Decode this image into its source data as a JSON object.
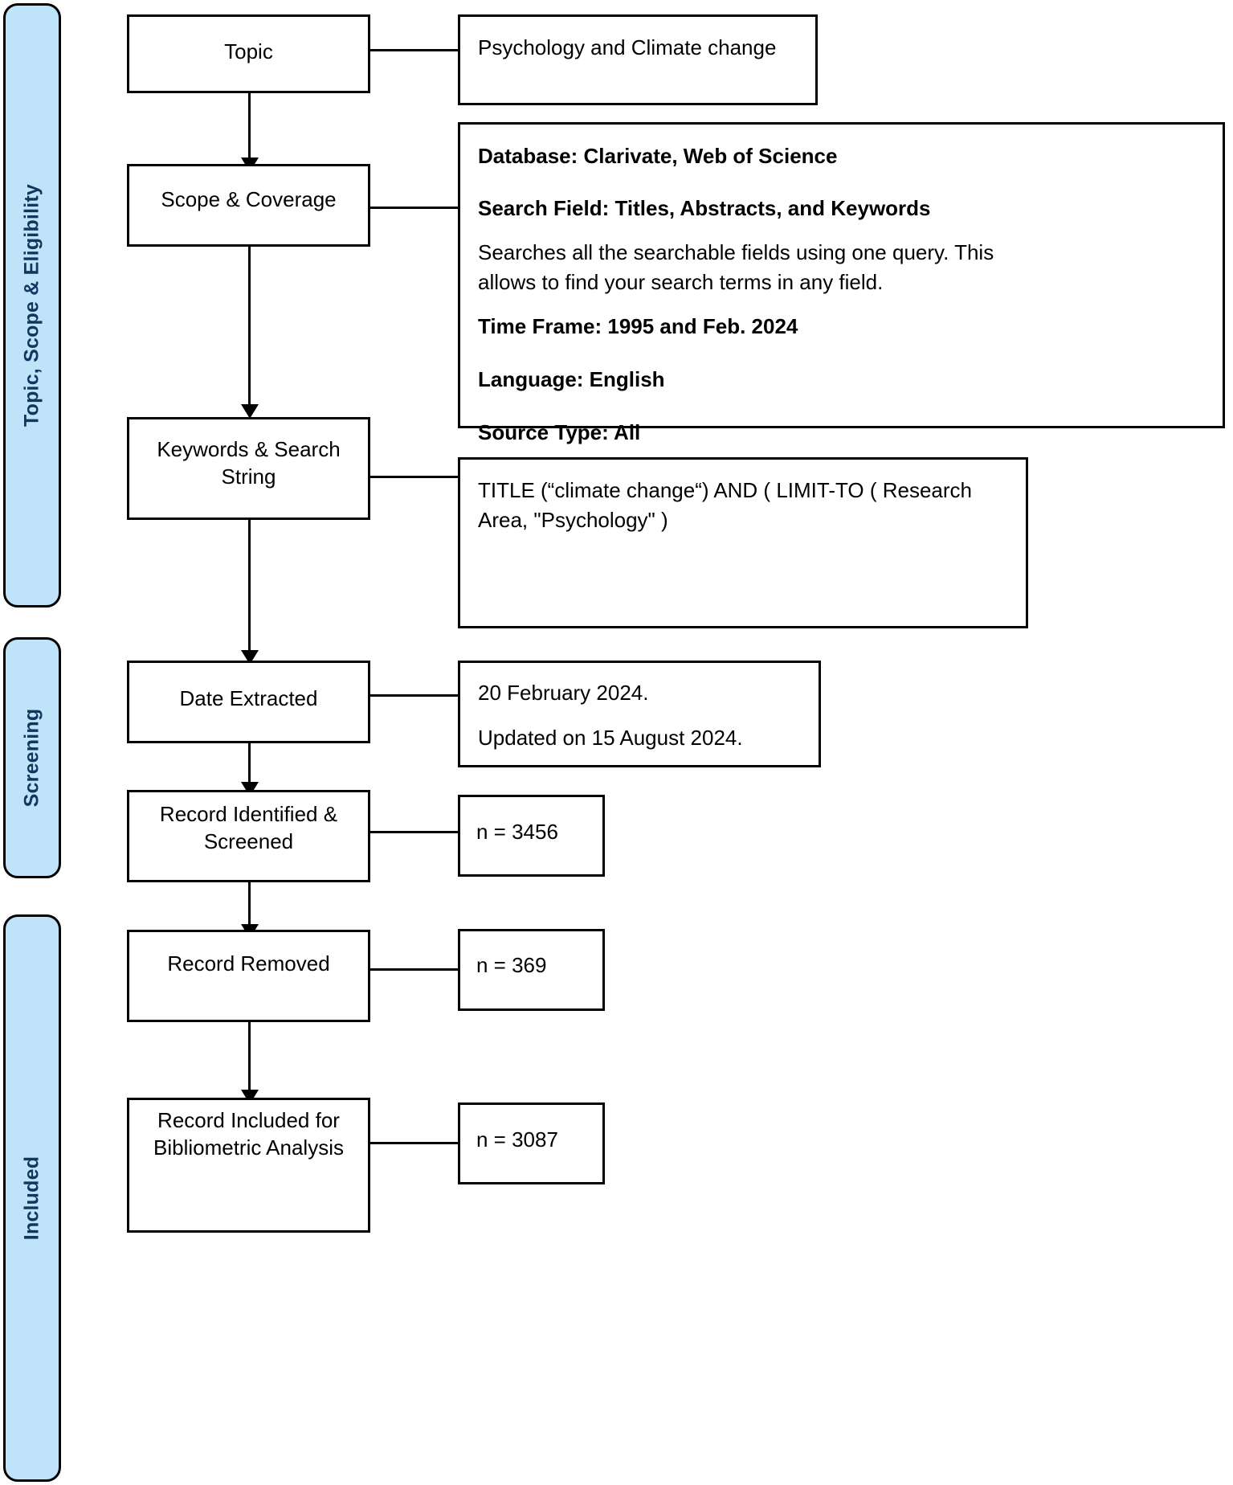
{
  "diagram": {
    "title": "Search strategy flowchart",
    "accent_color": "#bfe4fa",
    "label_color": "#12365f",
    "line_color": "#000000"
  },
  "phases": [
    {
      "label": "Topic, Scope & Eligibility"
    },
    {
      "label": "Screening"
    },
    {
      "label": "Included"
    }
  ],
  "nodes": [
    {
      "label_line1": "Topic",
      "label_line2": ""
    },
    {
      "label_line1": "Scope & Coverage",
      "label_line2": ""
    },
    {
      "label_line1": "Keywords & Search",
      "label_line2": "String"
    },
    {
      "label_line1": "Date Extracted",
      "label_line2": ""
    },
    {
      "label_line1": "Record Identified &",
      "label_line2": "Screened"
    },
    {
      "label_line1": "Record Removed",
      "label_line2": ""
    },
    {
      "label_line1": "Record Included for",
      "label_line2": "Bibliometric Analysis"
    }
  ],
  "details": {
    "topic": {
      "text": "Psychology and Climate change"
    },
    "scope": {
      "database": "Database: Clarivate, Web of Science",
      "search_field": "Search Field: Titles, Abstracts, and Keywords",
      "search_field_note_line1": "Searches all the searchable fields using one query. This",
      "search_field_note_line2": "allows to find your search terms in any field.",
      "time_frame": "Time Frame: 1995 and Feb. 2024",
      "language": "Language: English",
      "source_type": "Source Type: All"
    },
    "search_string": {
      "line1": "TITLE (“climate change“) AND ( LIMIT-TO ( Research",
      "line2": "Area, \"Psychology\" )"
    },
    "date_extracted": {
      "line1": "20 February 2024.",
      "line2": "Updated on 15 August 2024."
    },
    "screened_count": "n = 3456",
    "removed_count": "n = 369",
    "included_count": "n = 3087"
  }
}
